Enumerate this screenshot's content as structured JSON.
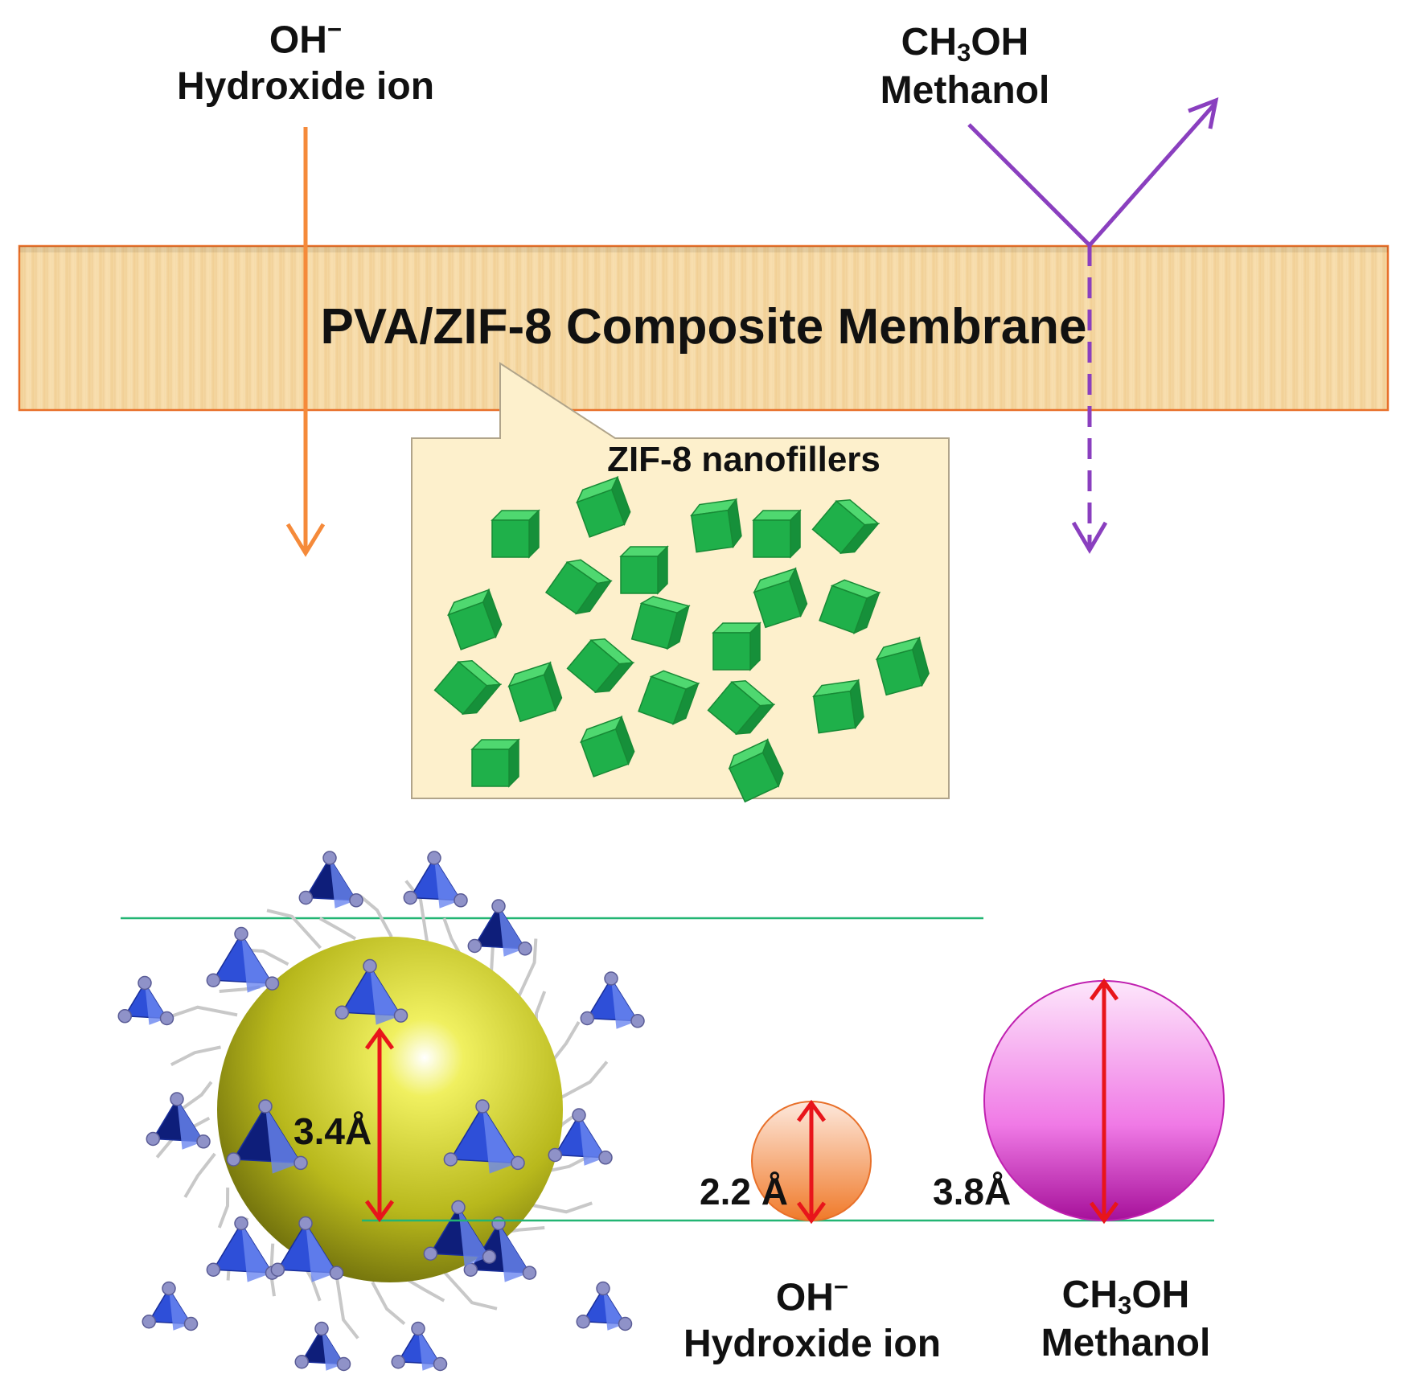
{
  "top": {
    "hydroxide": {
      "formula_base": "OH",
      "formula_charge": "−",
      "name": "Hydroxide ion"
    },
    "methanol": {
      "formula_a": "CH",
      "formula_sub": "3",
      "formula_b": "OH",
      "name": "Methanol"
    }
  },
  "membrane": {
    "label": "PVA/ZIF-8 Composite Membrane"
  },
  "callout": {
    "label": "ZIF-8 nanofillers"
  },
  "bottom": {
    "pore_size": "3.4Å",
    "hydroxide_size": "2.2 Å",
    "methanol_size": "3.8Å",
    "hydroxide": {
      "formula_base": "OH",
      "formula_charge": "−",
      "name": "Hydroxide ion"
    },
    "methanol": {
      "formula_a": "CH",
      "formula_sub": "3",
      "formula_b": "OH",
      "name": "Methanol"
    }
  },
  "colors": {
    "hydroxide_arrow": "#f58a3a",
    "methanol_arrow": "#8a3fbf",
    "membrane_fill": "#f6d9a6",
    "membrane_border": "#e8702a",
    "callout_fill": "#fdf0cc",
    "nanofiller": "#1fb04a",
    "reference_line": "#22b573",
    "dimension_arrow": "#e8151b",
    "zif_sphere": "#c8c820",
    "zif_tetrahedra": "#2e4fd8",
    "hydroxide_sphere": "#f5a06a",
    "methanol_sphere": "#e64fd6"
  }
}
